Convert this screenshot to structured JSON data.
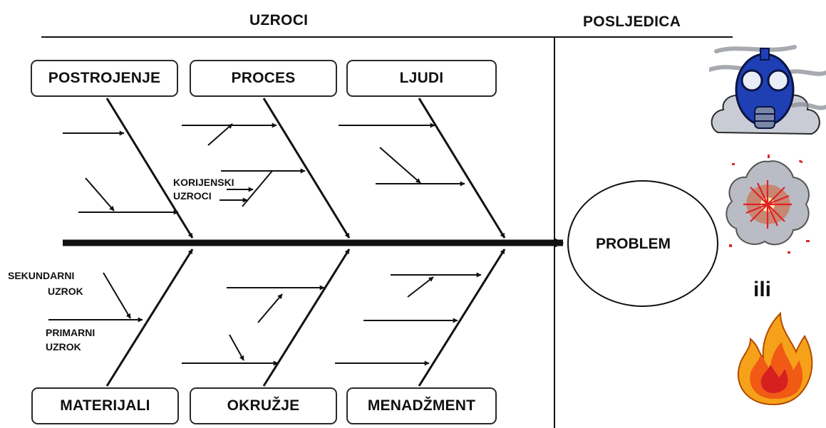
{
  "headers": {
    "causes": "UZROCI",
    "effect": "POSLJEDICA"
  },
  "categories": {
    "top": [
      "POSTROJENJE",
      "PROCES",
      "LJUDI"
    ],
    "bottom": [
      "MATERIJALI",
      "OKRUŽJE",
      "MENADŽMENT"
    ]
  },
  "labels": {
    "root_causes_1": "KORIJENSKI",
    "root_causes_2": "UZROCI",
    "secondary_1": "SEKUNDARNI",
    "secondary_2": "UZROK",
    "primary_1": "PRIMARNI",
    "primary_2": "UZROK"
  },
  "problem": "PROBLEM",
  "effects": {
    "or_text": "ili",
    "icons": [
      "gas-mask-icon",
      "explosion-icon",
      "fire-icon"
    ]
  }
}
